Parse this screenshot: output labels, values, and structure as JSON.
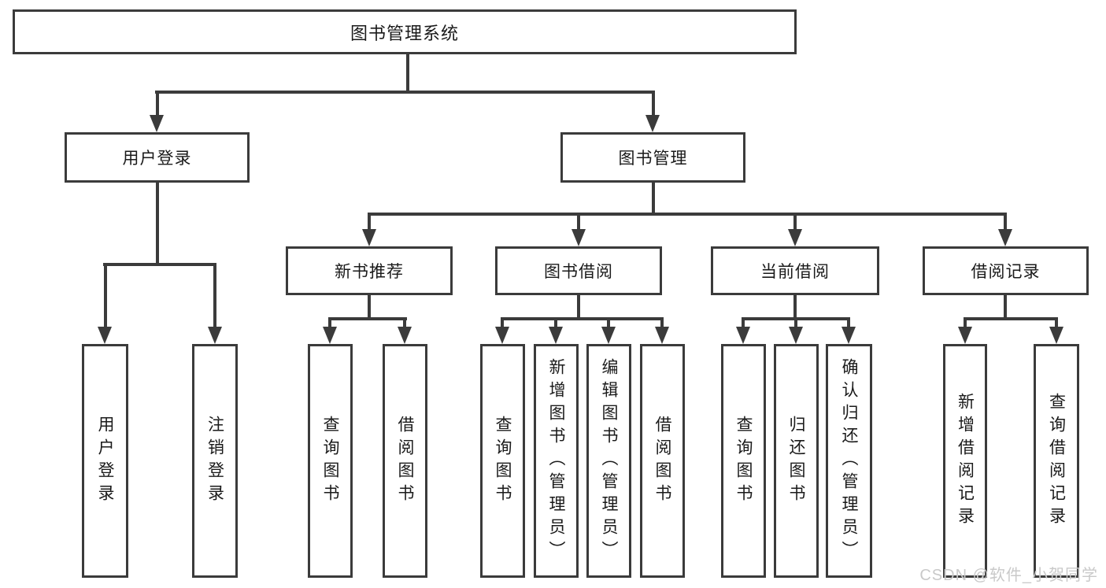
{
  "colors": {
    "line": "#3b3b3b",
    "text": "#1a1a1a",
    "watermark": "#c9c9c9",
    "bg": "#ffffff"
  },
  "tree": {
    "root": "图书管理系统",
    "branches": [
      {
        "label": "用户登录",
        "children": [
          "用户登录",
          "注销登录"
        ]
      },
      {
        "label": "图书管理",
        "groups": [
          {
            "label": "新书推荐",
            "children": [
              "查询图书",
              "借阅图书"
            ]
          },
          {
            "label": "图书借阅",
            "children": [
              "查询图书",
              "新增图书（管理员）",
              "编辑图书（管理员）",
              "借阅图书"
            ]
          },
          {
            "label": "当前借阅",
            "children": [
              "查询图书",
              "归还图书",
              "确认归还（管理员）"
            ]
          },
          {
            "label": "借阅记录",
            "children": [
              "新增借阅记录",
              "查询借阅记录"
            ]
          }
        ]
      }
    ]
  },
  "watermark": "CSDN @软件_小贺同学"
}
